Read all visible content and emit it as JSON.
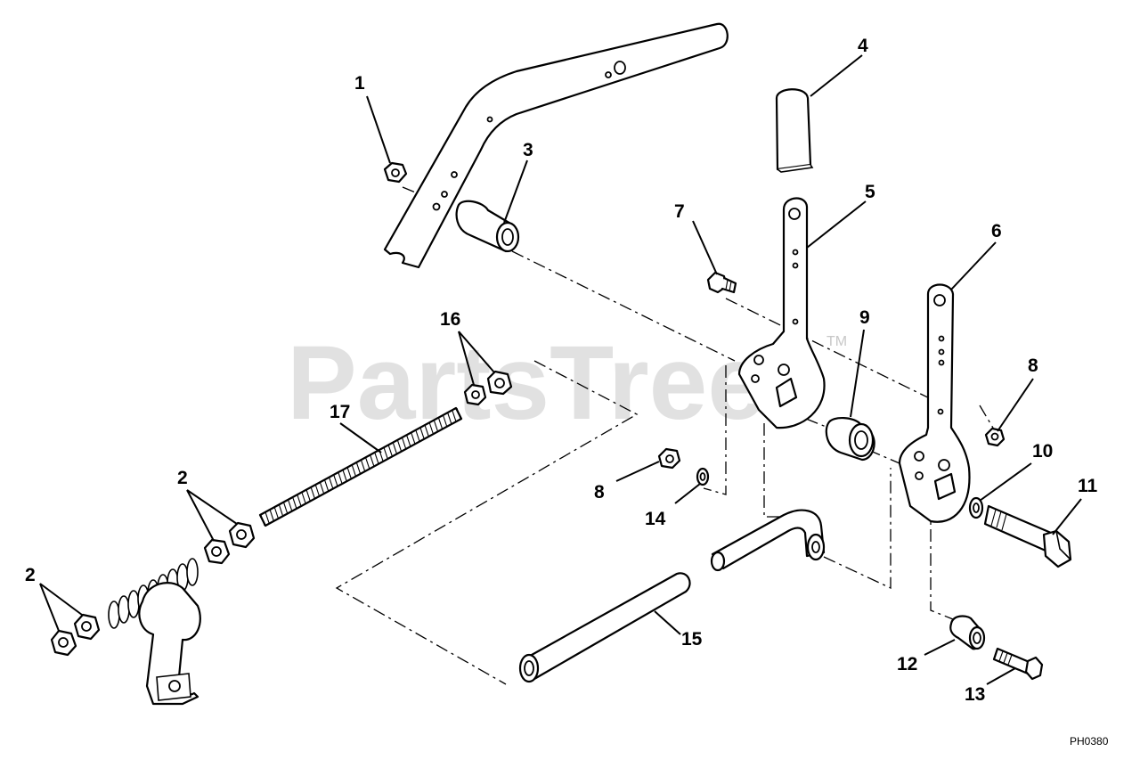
{
  "watermark": {
    "brand": "PartsTree",
    "trademark": "TM"
  },
  "drawing_code": "PH0380",
  "callouts": {
    "c1": "1",
    "c2a": "2",
    "c2b": "2",
    "c3": "3",
    "c4": "4",
    "c5": "5",
    "c6": "6",
    "c7": "7",
    "c8a": "8",
    "c8b": "8",
    "c9": "9",
    "c10": "10",
    "c11": "11",
    "c12": "12",
    "c13": "13",
    "c14": "14",
    "c15": "15",
    "c16": "16",
    "c17": "17"
  }
}
